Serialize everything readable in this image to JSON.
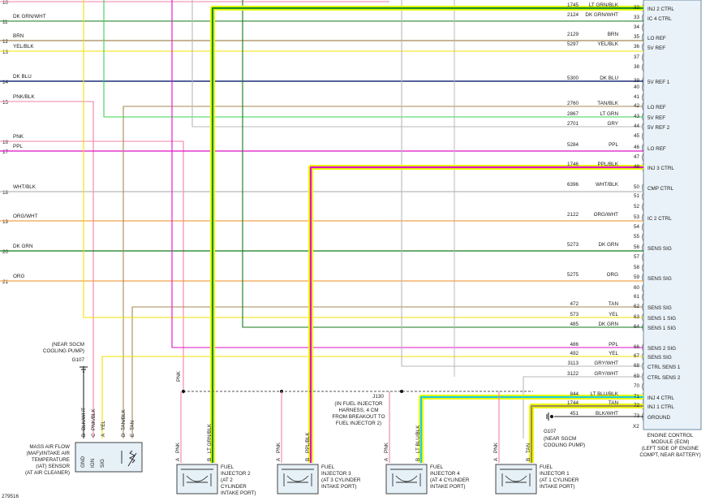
{
  "colors": {
    "green": "#1a8a2a",
    "dk_grn": "#137a1a",
    "lt_grn": "#39d354",
    "yellow": "#f2e200",
    "tan": "#a78a55",
    "brn": "#8b6a2c",
    "dk_blu": "#1f2f7a",
    "pink": "#f080a8",
    "magenta": "#e010c8",
    "gray": "#b8b8b8",
    "orange": "#f3a24a",
    "hilite": "#eaff00",
    "cyan": "#20c8e0"
  },
  "left_rows": [
    {
      "num": "10",
      "label": ""
    },
    {
      "num": "11",
      "label": "DK GRN/WHT"
    },
    {
      "num": "12",
      "label": "BRN"
    },
    {
      "num": "13",
      "label": "YEL/BLK"
    },
    {
      "num": "14",
      "label": "DK BLU"
    },
    {
      "num": "15",
      "label": "PNK/BLK"
    },
    {
      "num": "16",
      "label": "PNK"
    },
    {
      "num": "17",
      "label": "PPL"
    },
    {
      "num": "18",
      "label": "WHT/BLK"
    },
    {
      "num": "19",
      "label": "ORG/WHT"
    },
    {
      "num": "20",
      "label": "DK GRN"
    },
    {
      "num": "21",
      "label": "ORG"
    }
  ],
  "ecm_rows": [
    {
      "pin": "32",
      "circuit": "1745",
      "color": "LT GRN/BLK",
      "func": "INJ 2 CTRL"
    },
    {
      "pin": "33",
      "circuit": "2124",
      "color": "DK GRN/WHT",
      "func": "IC 4 CTRL"
    },
    {
      "pin": "34",
      "circuit": "",
      "color": "",
      "func": ""
    },
    {
      "pin": "35",
      "circuit": "2129",
      "color": "BRN",
      "func": "LO REF"
    },
    {
      "pin": "36",
      "circuit": "5297",
      "color": "YEL/BLK",
      "func": "5V REF"
    },
    {
      "pin": "37",
      "circuit": "",
      "color": "",
      "func": ""
    },
    {
      "pin": "38",
      "circuit": "",
      "color": "",
      "func": ""
    },
    {
      "pin": "39",
      "circuit": "5300",
      "color": "DK BLU",
      "func": "5V REF 1"
    },
    {
      "pin": "40",
      "circuit": "",
      "color": "",
      "func": ""
    },
    {
      "pin": "41",
      "circuit": "",
      "color": "",
      "func": ""
    },
    {
      "pin": "42",
      "circuit": "2760",
      "color": "TAN/BLK",
      "func": "LO REF"
    },
    {
      "pin": "43",
      "circuit": "2867",
      "color": "LT GRN",
      "func": "5V REF"
    },
    {
      "pin": "44",
      "circuit": "2701",
      "color": "GRY",
      "func": "5V REF 2"
    },
    {
      "pin": "45",
      "circuit": "",
      "color": "",
      "func": ""
    },
    {
      "pin": "46",
      "circuit": "5284",
      "color": "PPL",
      "func": "LO REF"
    },
    {
      "pin": "47",
      "circuit": "",
      "color": "",
      "func": ""
    },
    {
      "pin": "48",
      "circuit": "1746",
      "color": "PPL/BLK",
      "func": "INJ 3 CTRL"
    },
    {
      "pin": "50",
      "circuit": "6396",
      "color": "WHT/BLK",
      "func": "CMP CTRL"
    },
    {
      "pin": "51",
      "circuit": "",
      "color": "",
      "func": ""
    },
    {
      "pin": "52",
      "circuit": "",
      "color": "",
      "func": ""
    },
    {
      "pin": "53",
      "circuit": "2122",
      "color": "ORG/WHT",
      "func": "IC 2 CTRL"
    },
    {
      "pin": "54",
      "circuit": "",
      "color": "",
      "func": ""
    },
    {
      "pin": "55",
      "circuit": "",
      "color": "",
      "func": ""
    },
    {
      "pin": "56",
      "circuit": "5273",
      "color": "DK GRN",
      "func": "SENS SIG"
    },
    {
      "pin": "57",
      "circuit": "",
      "color": "",
      "func": ""
    },
    {
      "pin": "58",
      "circuit": "",
      "color": "",
      "func": ""
    },
    {
      "pin": "59",
      "circuit": "5275",
      "color": "ORG",
      "func": "SENS SIG"
    },
    {
      "pin": "60",
      "circuit": "",
      "color": "",
      "func": ""
    },
    {
      "pin": "61",
      "circuit": "",
      "color": "",
      "func": ""
    },
    {
      "pin": "62",
      "circuit": "472",
      "color": "TAN",
      "func": "SENS SIG"
    },
    {
      "pin": "63",
      "circuit": "573",
      "color": "YEL",
      "func": "SENS 1 SIG"
    },
    {
      "pin": "64",
      "circuit": "485",
      "color": "DK GRN",
      "func": "SENS 1 SIG"
    },
    {
      "pin": "66",
      "circuit": "486",
      "color": "PPL",
      "func": "SENS 2 SIG"
    },
    {
      "pin": "67",
      "circuit": "492",
      "color": "YEL",
      "func": "SENS SIG"
    },
    {
      "pin": "68",
      "circuit": "3113",
      "color": "GRY/WHT",
      "func": "CTRL SENS 1"
    },
    {
      "pin": "69",
      "circuit": "3122",
      "color": "GRY/WHT",
      "func": "CTRL SENS 2"
    },
    {
      "pin": "70",
      "circuit": "",
      "color": "",
      "func": ""
    },
    {
      "pin": "71",
      "circuit": "844",
      "color": "LT BLU/BLK",
      "func": "INJ 4 CTRL"
    },
    {
      "pin": "72",
      "circuit": "1744",
      "color": "TAN",
      "func": "INJ 1 CTRL"
    },
    {
      "pin": "73",
      "circuit": "451",
      "color": "BLK/WHT",
      "func": "GROUND"
    }
  ],
  "ecm": {
    "connector": "X2",
    "title": [
      "ENGINE CONTROL",
      "MODULE (ECM)",
      "(LEFT SIDE OF ENGINE",
      "COMPT, NEAR BATTERY)"
    ]
  },
  "g107_left": {
    "note": [
      "(NEAR SGCM",
      "COOLING PUMP)"
    ],
    "id": "G107"
  },
  "g107_right": {
    "id": "G107",
    "note": [
      "(NEAR SGCM",
      "COOLING PUMP)"
    ]
  },
  "j130": {
    "id": "J130",
    "note": [
      "(IN FUEL INJECTOR",
      "HARNESS, 4 CM",
      "FROM BREAKOUT TO",
      "FUEL INJECTOR 2)"
    ]
  },
  "maf": {
    "pins": [
      {
        "letter": "B",
        "wire": "BLK/WHT"
      },
      {
        "letter": "C",
        "wire": "PNK/BLK"
      },
      {
        "letter": "A",
        "wire": "YEL"
      },
      {
        "letter": "D",
        "wire": "TAN/BLK"
      },
      {
        "letter": "E",
        "wire": "TAN"
      }
    ],
    "inner": [
      "GND",
      "IGN",
      "SIG"
    ],
    "label": [
      "MASS AIR FLOW",
      "(MAF)/INTAKE AIR",
      "TEMPERATURE",
      "(IAT) SENSOR",
      "(AT AIR CLEANER)"
    ]
  },
  "top_pnk_wire": "PNK",
  "injectors": [
    {
      "a_wire": "PNK",
      "b_wire": "LT GRN/BLK",
      "label": [
        "FUEL",
        "INJECTOR 2",
        "(AT 2",
        "CYLINDER",
        "INTAKE PORT)"
      ]
    },
    {
      "a_wire": "PNK",
      "b_wire": "PPL/BLK",
      "label": [
        "FUEL",
        "INJECTOR 3",
        "(AT 3 CYLINDER",
        "INTAKE PORT)"
      ]
    },
    {
      "a_wire": "PNK",
      "b_wire": "LT BLU/BLK",
      "label": [
        "FUEL",
        "INJECTOR 4",
        "(AT 4 CYLINDER",
        "INTAKE PORT)"
      ]
    },
    {
      "a_wire": "PNK",
      "b_wire": "TAN",
      "label": [
        "FUEL",
        "INJECTOR 1",
        "(AT 1 CYLINDER",
        "INTAKE PORT)"
      ]
    }
  ],
  "pin_letters": {
    "a": "A",
    "b": "B"
  },
  "figure_id": "279516"
}
